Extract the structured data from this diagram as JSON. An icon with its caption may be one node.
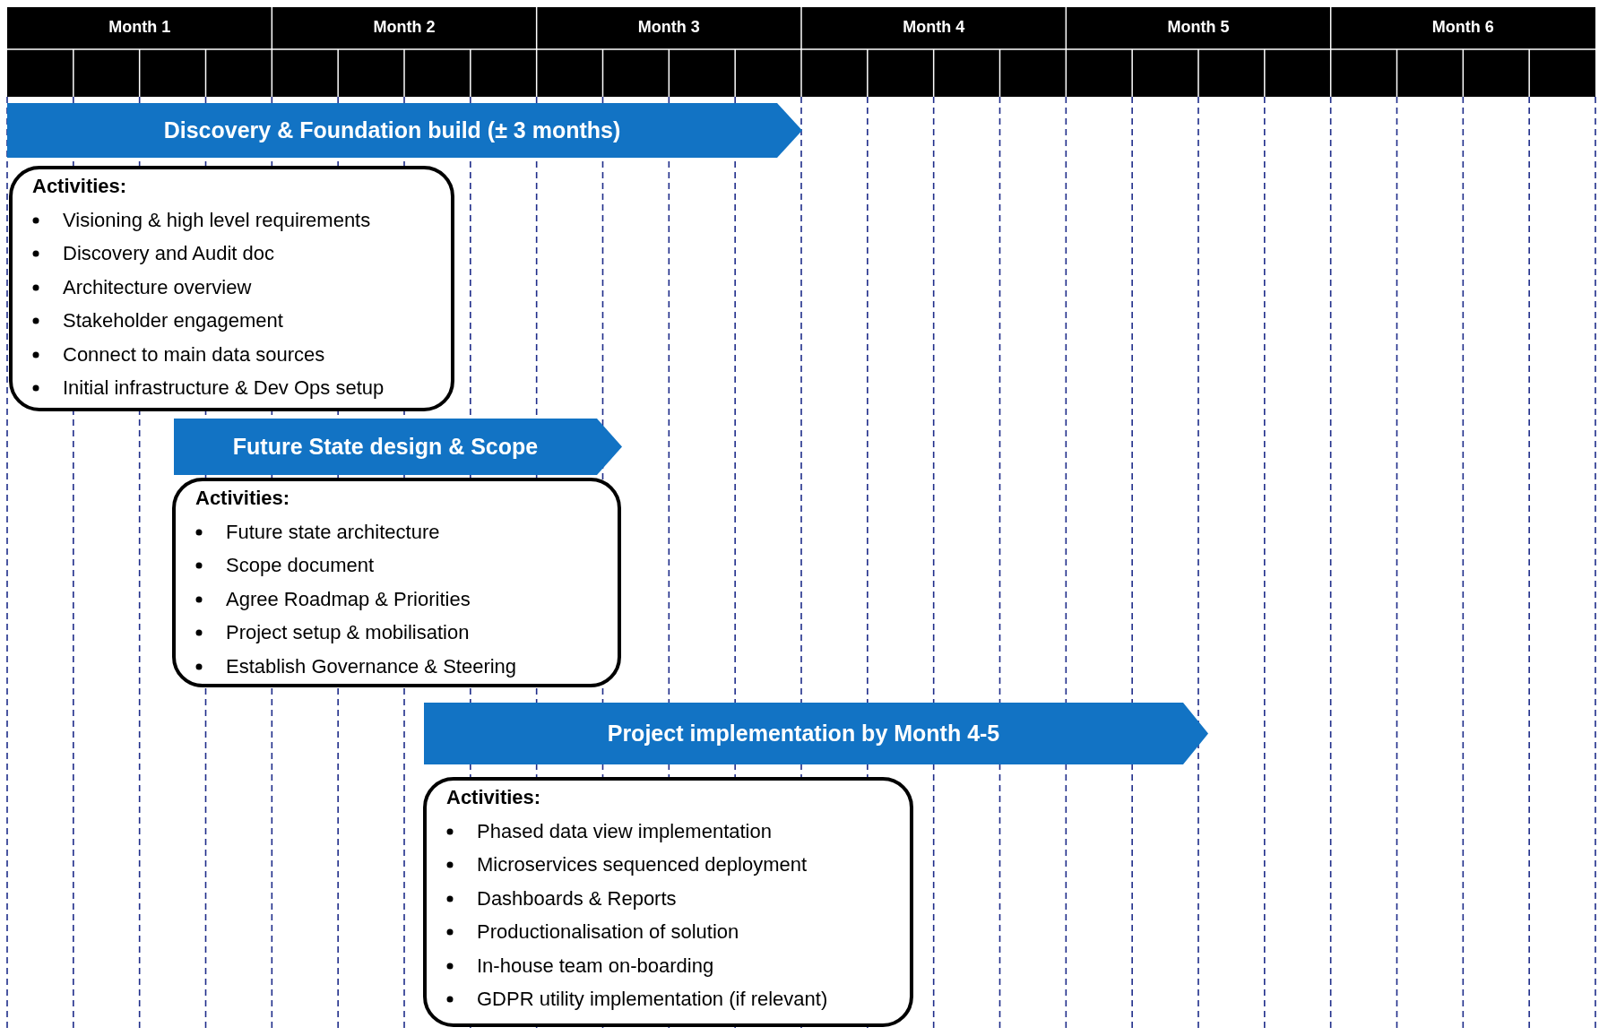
{
  "diagram": {
    "nodes": [
      {
        "text": [
          "Discovery & Foundation build (± 3 months)"
        ]
      },
      {
        "text": [
          "Activities:",
          "Visioning & high level requirements",
          "Discovery and Audit doc",
          "Architecture overview",
          "Stakeholder engagement",
          "Connect to main data sources",
          "Initial infrastructure & Dev Ops setup"
        ]
      },
      {
        "text": [
          "Future State design & Scope"
        ]
      },
      {
        "text": [
          "Activities:",
          "Future state architecture",
          "Scope document",
          "Agree Roadmap & Priorities",
          "Project setup & mobilisation",
          "Establish Governance & Steering"
        ]
      },
      {
        "text": [
          "Project implementation by Month 4-5"
        ]
      },
      {
        "text": [
          "Activities:",
          "Phased data view implementation",
          "Microservices sequenced deployment",
          "Dashboards & Reports",
          "Productionalisation of solution",
          "In-house team on-boarding",
          "GDPR utility implementation (if relevant)"
        ]
      }
    ],
    "labels": [
      "Month 1",
      "Month 2",
      "Month 3",
      "Month 4",
      "Month 5",
      "Month 6"
    ]
  }
}
